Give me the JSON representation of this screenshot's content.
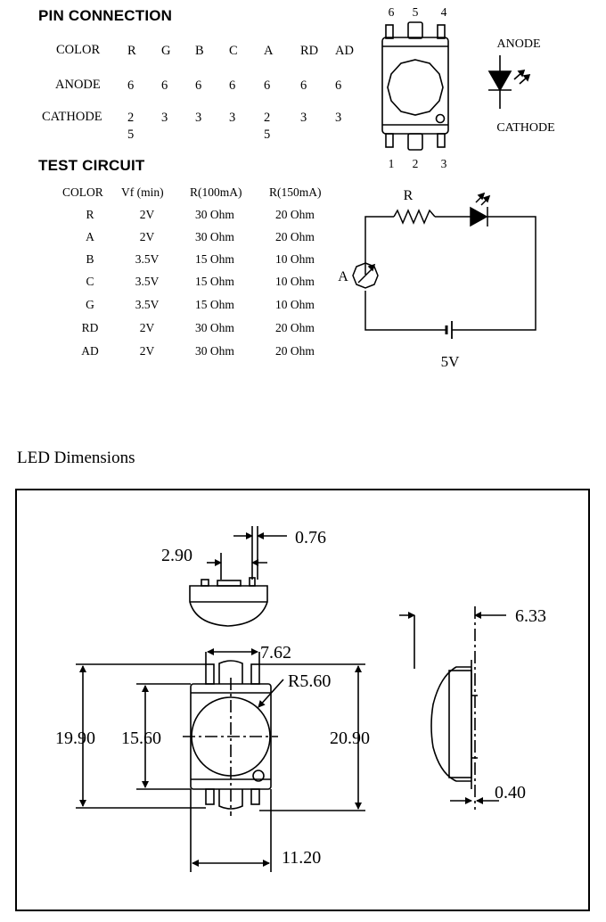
{
  "pin_connection": {
    "title": "PIN CONNECTION",
    "rows": [
      {
        "label": "COLOR",
        "values": [
          "R",
          "G",
          "B",
          "C",
          "A",
          "RD",
          "AD"
        ]
      },
      {
        "label": "ANODE",
        "values": [
          "6",
          "6",
          "6",
          "6",
          "6",
          "6",
          "6"
        ]
      },
      {
        "label": "CATHODE",
        "values": [
          "2\n5",
          "3",
          "3",
          "3",
          "2\n5",
          "3",
          "3"
        ]
      }
    ],
    "package": {
      "top_pins": [
        "6",
        "5",
        "4"
      ],
      "bottom_pins": [
        "1",
        "2",
        "3"
      ]
    },
    "symbol": {
      "anode_label": "ANODE",
      "cathode_label": "CATHODE"
    }
  },
  "test_circuit": {
    "title": "TEST CIRCUIT",
    "headers": [
      "COLOR",
      "Vf (min)",
      "R(100mA)",
      "R(150mA)"
    ],
    "rows": [
      [
        "R",
        "2V",
        "30 Ohm",
        "20 Ohm"
      ],
      [
        "A",
        "2V",
        "30 Ohm",
        "20 Ohm"
      ],
      [
        "B",
        "3.5V",
        "15 Ohm",
        "10 Ohm"
      ],
      [
        "C",
        "3.5V",
        "15 Ohm",
        "10 Ohm"
      ],
      [
        "G",
        "3.5V",
        "15 Ohm",
        "10 Ohm"
      ],
      [
        "RD",
        "2V",
        "30 Ohm",
        "20 Ohm"
      ],
      [
        "AD",
        "2V",
        "30 Ohm",
        "20 Ohm"
      ]
    ],
    "schematic": {
      "resistor_label": "R",
      "meter_label": "A",
      "source_label": "5V"
    }
  },
  "dimensions": {
    "caption": "LED Dimensions",
    "top_view": {
      "lead_offset": "2.90",
      "lead_width": "0.76"
    },
    "front_view": {
      "lead_pitch": "7.62",
      "lens_radius": "R5.60",
      "outer_height": "19.90",
      "body_height": "15.60",
      "overall_height": "20.90",
      "body_width": "11.20"
    },
    "side_view": {
      "depth": "6.33",
      "lead_thickness": "0.40"
    }
  }
}
